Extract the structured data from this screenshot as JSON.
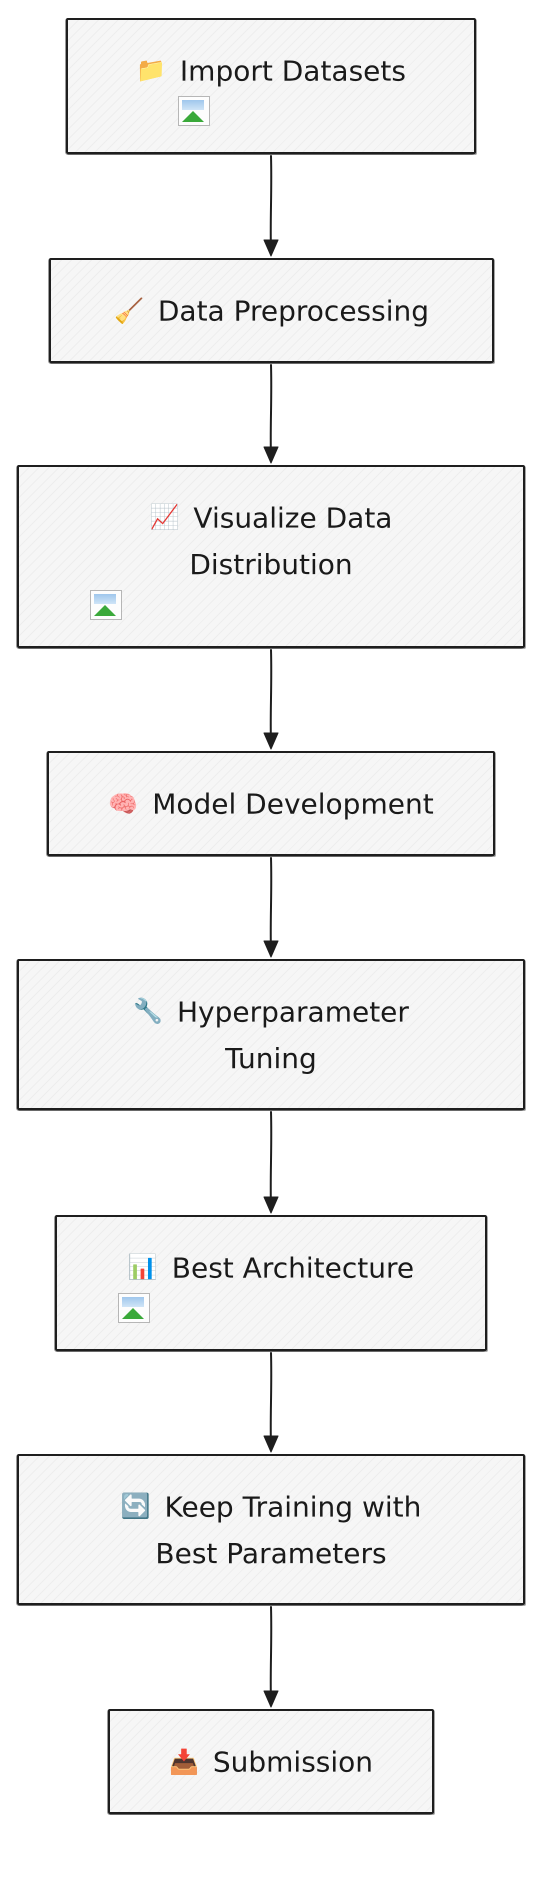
{
  "nodes": [
    {
      "id": "import-datasets",
      "icon": "📁",
      "icon_name": "folder-icon",
      "lines": [
        "Import Datasets"
      ],
      "has_broken_image": true
    },
    {
      "id": "data-preprocessing",
      "icon": "🧹",
      "icon_name": "broom-icon",
      "lines": [
        "Data Preprocessing"
      ],
      "has_broken_image": false
    },
    {
      "id": "visualize-data-distribution",
      "icon": "📈",
      "icon_name": "chart-increasing-icon",
      "lines": [
        "Visualize Data",
        "Distribution"
      ],
      "has_broken_image": true
    },
    {
      "id": "model-development",
      "icon": "🧠",
      "icon_name": "brain-icon",
      "lines": [
        "Model Development"
      ],
      "has_broken_image": false
    },
    {
      "id": "hyperparameter-tuning",
      "icon": "🔧",
      "icon_name": "wrench-icon",
      "lines": [
        "Hyperparameter",
        "Tuning"
      ],
      "has_broken_image": false
    },
    {
      "id": "best-architecture",
      "icon": "📊",
      "icon_name": "bar-chart-icon",
      "lines": [
        "Best Architecture"
      ],
      "has_broken_image": true
    },
    {
      "id": "keep-training",
      "icon": "🔄",
      "icon_name": "refresh-icon",
      "lines": [
        "Keep Training with",
        "Best Parameters"
      ],
      "has_broken_image": false
    },
    {
      "id": "submission",
      "icon": "📥",
      "icon_name": "inbox-tray-icon",
      "lines": [
        "Submission"
      ],
      "has_broken_image": false
    }
  ],
  "edges": [
    {
      "from": "import-datasets",
      "to": "data-preprocessing"
    },
    {
      "from": "data-preprocessing",
      "to": "visualize-data-distribution"
    },
    {
      "from": "visualize-data-distribution",
      "to": "model-development"
    },
    {
      "from": "model-development",
      "to": "hyperparameter-tuning"
    },
    {
      "from": "hyperparameter-tuning",
      "to": "best-architecture"
    },
    {
      "from": "best-architecture",
      "to": "keep-training"
    },
    {
      "from": "keep-training",
      "to": "submission"
    }
  ],
  "colors": {
    "stroke": "#1e1e1e",
    "fill": "#f6f6f6",
    "broken_image_green": "#3aa93a"
  }
}
